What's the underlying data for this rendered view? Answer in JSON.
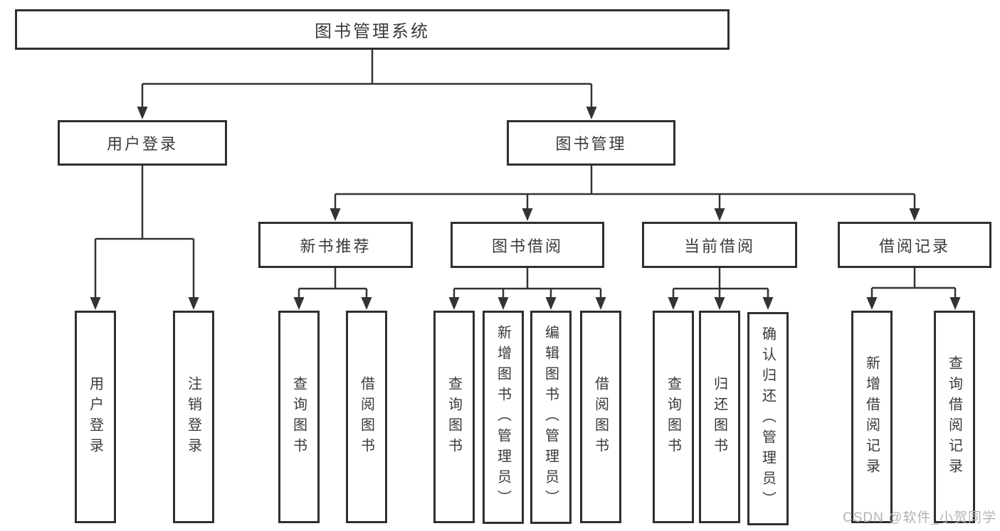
{
  "colors": {
    "bg": "#ffffff",
    "line": "#333333",
    "border": "#2f2f2f",
    "text": "#3a3a3a",
    "watermark": "#b3b3b3"
  },
  "nodes": {
    "root": "图书管理系统",
    "user_login_group": "用户登录",
    "book_management": "图书管理",
    "new_book_recommend": "新书推荐",
    "book_borrowing": "图书借阅",
    "current_borrowing": "当前借阅",
    "borrowing_records": "借阅记录",
    "leaf_user_login": "用户登录",
    "leaf_logout": "注销登录",
    "leaf_query_book_1": "查询图书",
    "leaf_borrow_book_1": "借阅图书",
    "leaf_query_book_2": "查询图书",
    "leaf_add_book_admin": "新增图书（管理员）",
    "leaf_edit_book_admin": "编辑图书（管理员）",
    "leaf_borrow_book_2": "借阅图书",
    "leaf_query_book_3": "查询图书",
    "leaf_return_book": "归还图书",
    "leaf_confirm_return_admin": "确认归还（管理员）",
    "leaf_add_borrow_record": "新增借阅记录",
    "leaf_query_borrow_record": "查询借阅记录"
  },
  "watermark": {
    "text": "CSDN @软件_小贺同学"
  }
}
